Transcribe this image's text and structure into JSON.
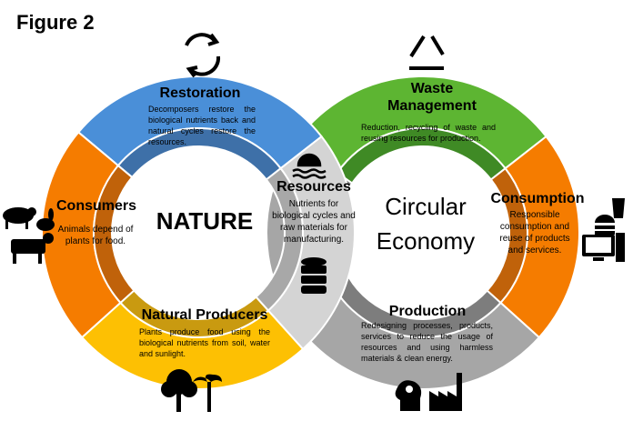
{
  "figure_label": "Figure 2",
  "nature": {
    "title": "NATURE",
    "segments": [
      {
        "name": "Restoration",
        "text": "Decomposers restore the biological nutrients back and natural cycles restore the resources.",
        "color": "#4a8fd8",
        "band": "#3e70a8"
      },
      {
        "name": "Consumers",
        "text": "Animals depend of plants for food.",
        "color": "#f57c00",
        "band": "#c0620a"
      },
      {
        "name": "Natural Producers",
        "text": "Plants produce food using the biological nutrients from soil, water and sunlight.",
        "color": "#fdc003",
        "band": "#c99a10"
      },
      {
        "name": "Resources",
        "text": "Nutrients for biological cycles and raw materials for manufacturing.",
        "color": "#d4d4d4",
        "band": "#a8a8a8"
      }
    ]
  },
  "economy": {
    "title_line1": "Circular",
    "title_line2": "Economy",
    "segments": [
      {
        "name_line1": "Waste",
        "name_line2": "Management",
        "text": "Reduction, recycling of waste and reusing resources for production.",
        "color": "#5db532",
        "band": "#3f8a25"
      },
      {
        "name": "Consumption",
        "text": "Responsible consumption and reuse of products and services.",
        "color": "#f57c00",
        "band": "#c0620a"
      },
      {
        "name": "Production",
        "text": "Redesigning processes, products, services to reduce the usage of resources and using harmless materials & clean energy.",
        "color": "#a6a6a6",
        "band": "#7d7d7d"
      }
    ]
  },
  "icons": [
    "cycle-arrows-icon",
    "recycle-icon",
    "sun-over-water-icon",
    "database-icon",
    "sheep-icon",
    "rabbit-icon",
    "cow-icon",
    "burger-drink-icon",
    "computer-icon",
    "tree-icon",
    "palm-tree-icon",
    "head-gears-icon",
    "factory-icon"
  ]
}
